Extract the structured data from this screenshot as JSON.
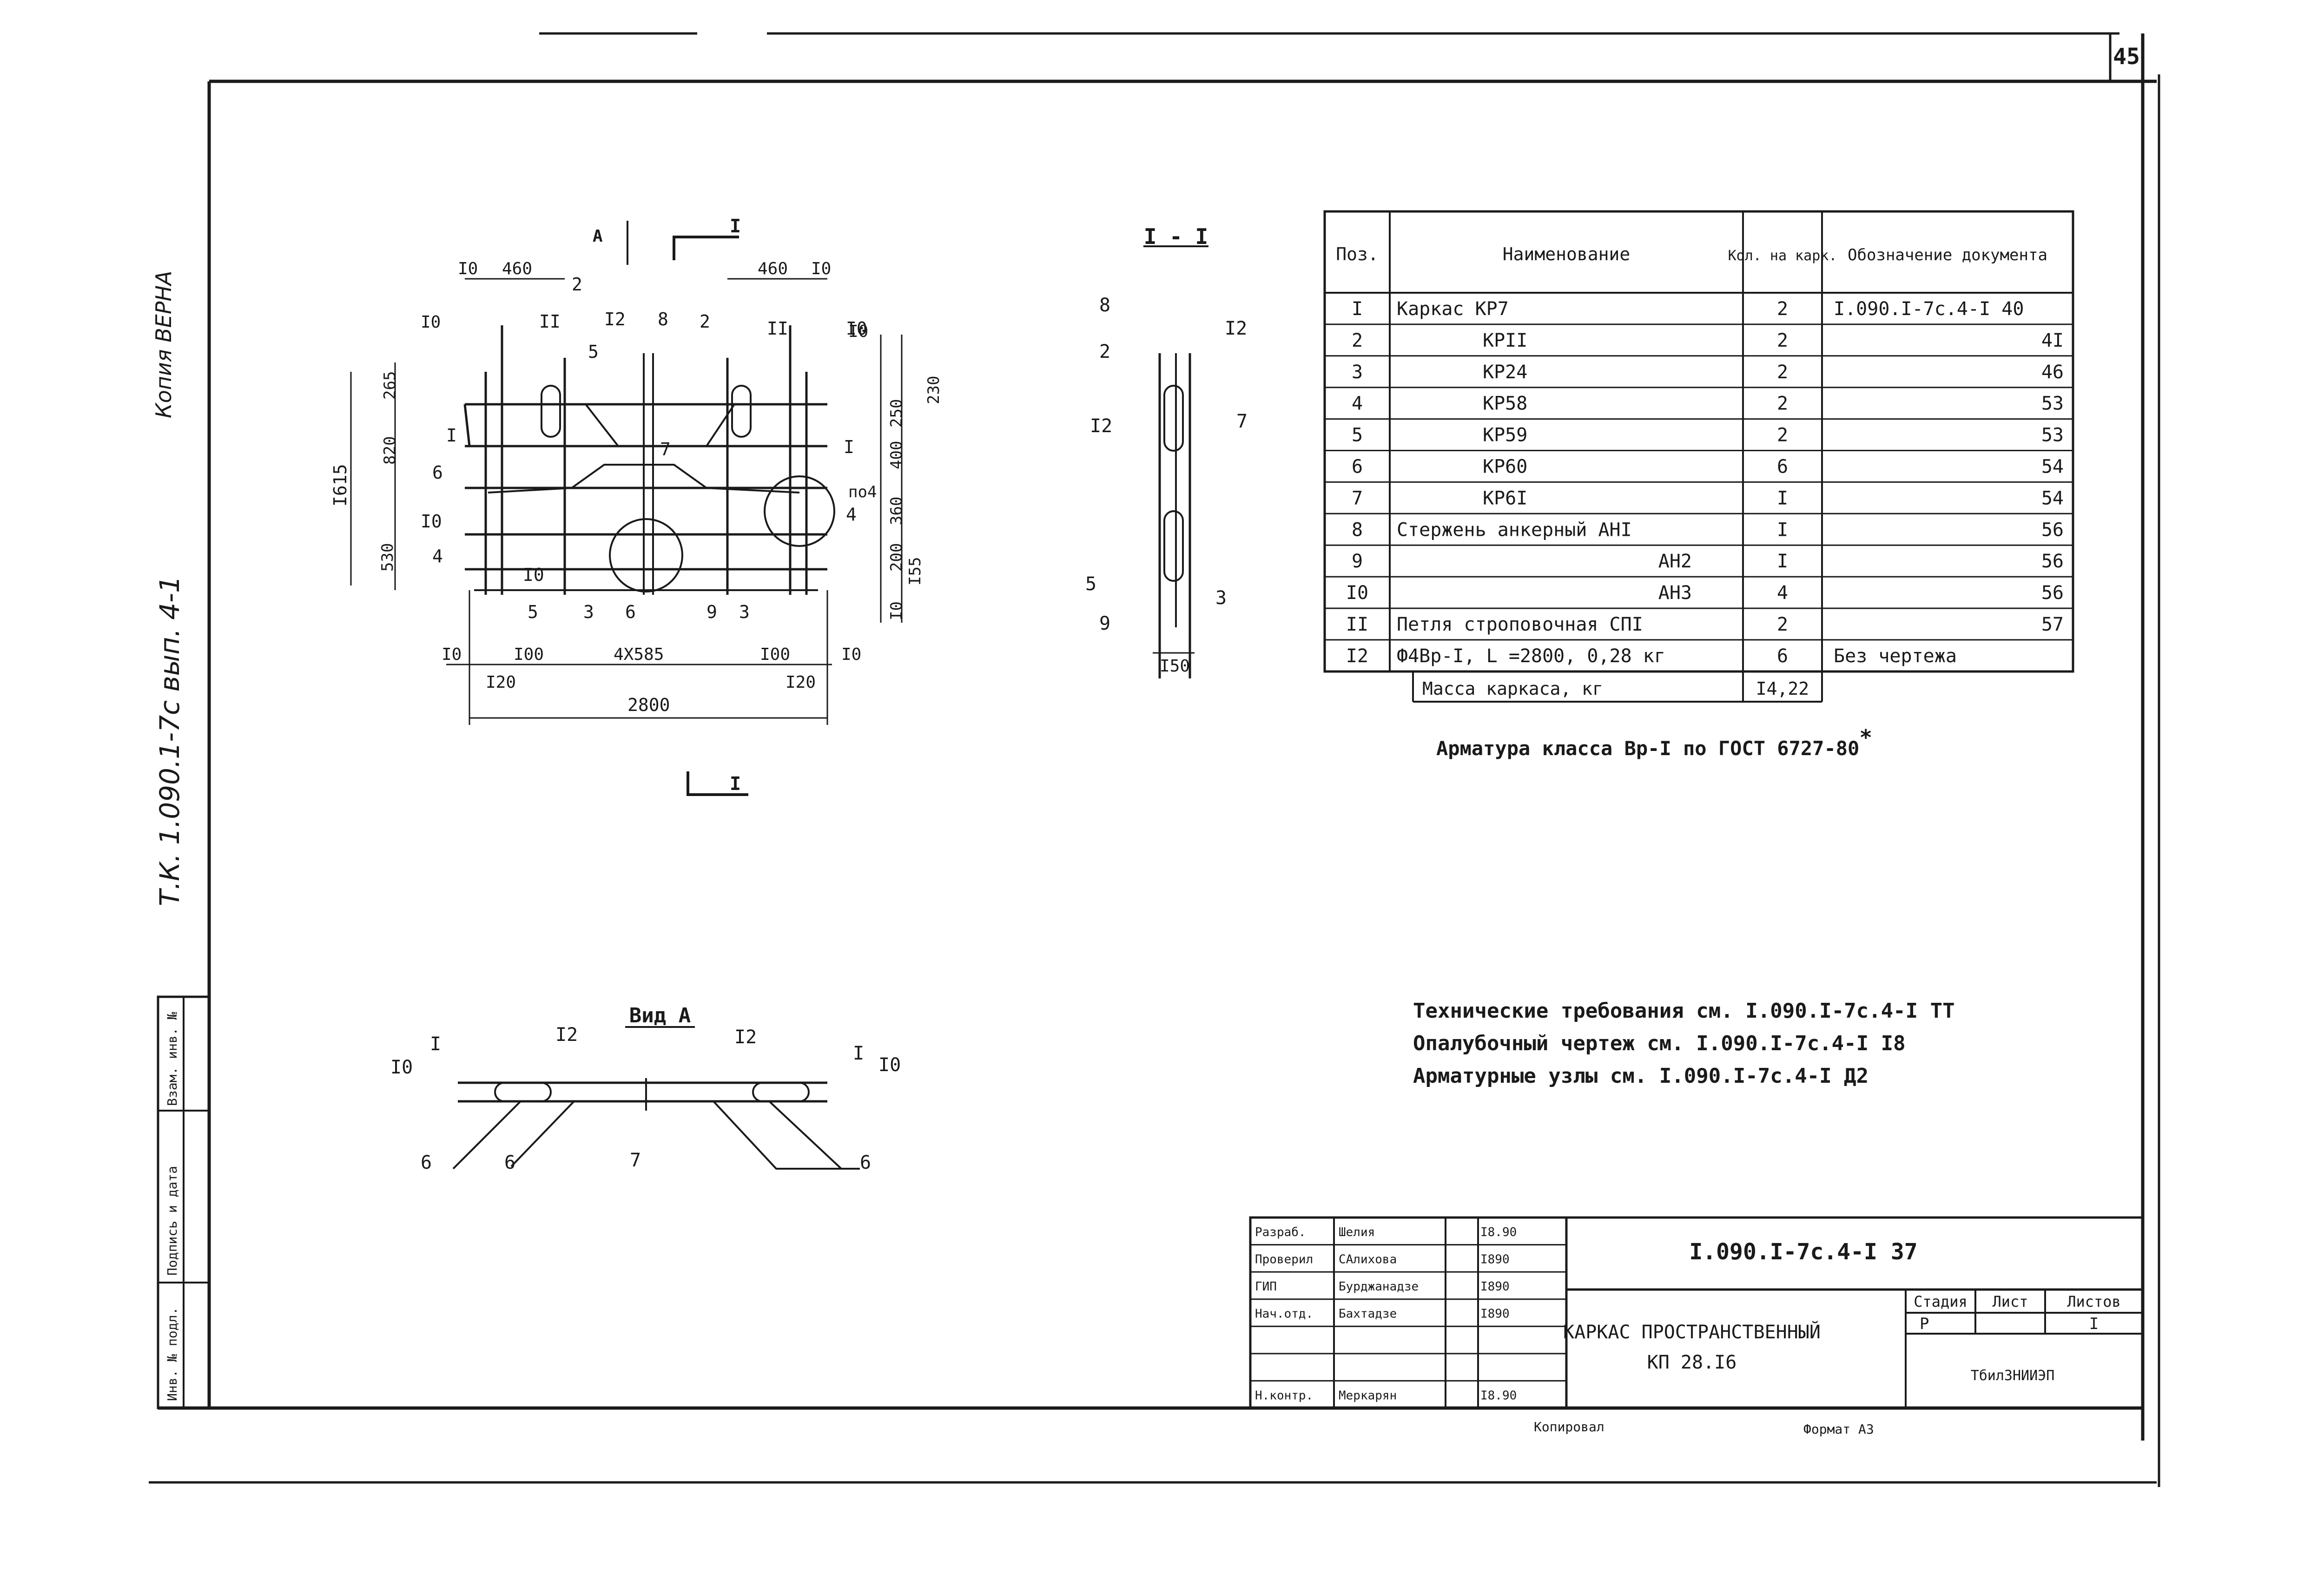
{
  "sheet_number": "45",
  "margin_notes": {
    "copy_note": "Копия ВЕРНА",
    "series_note": "Т.К. 1.090.1-7с вып. 4-1"
  },
  "side_stamp": {
    "inv_orig": "Инв. № подл.",
    "sign_date": "Подпись и дата",
    "inv_replace": "Взам. инв. №"
  },
  "plan_view": {
    "section_arrow_label": "I",
    "view_arrow_label": "А",
    "dims": [
      "I0",
      "460",
      "460",
      "I0",
      "I0",
      "I0",
      "265",
      "820",
      "I615",
      "530",
      "230",
      "250",
      "400",
      "360",
      "200",
      "I55",
      "I0",
      "I0",
      "I00",
      "4X585",
      "I00",
      "I0",
      "I20",
      "I20",
      "2800"
    ],
    "callouts": [
      "2",
      "II",
      "I2",
      "8",
      "2",
      "II",
      "I0",
      "I0",
      "5",
      "I",
      "6",
      "I0",
      "4",
      "7",
      "I",
      "по4",
      "4",
      "5",
      "3",
      "6",
      "9",
      "3"
    ]
  },
  "section": {
    "title": "I - I",
    "callouts": [
      "8",
      "I2",
      "2",
      "I2",
      "7",
      "5",
      "9",
      "3"
    ],
    "dim": "I50"
  },
  "view_a": {
    "title": "Вид А",
    "callouts": [
      "I0",
      "I",
      "I2",
      "I2",
      "I",
      "I0",
      "6",
      "6",
      "7",
      "6"
    ]
  },
  "spec_table": {
    "headers": [
      "Поз.",
      "Наименование",
      "Кол. на карк.",
      "Обозначение документа"
    ],
    "rows": [
      {
        "pos": "I",
        "name": "Каркас КР7",
        "qty": "2",
        "doc": "I.090.I-7с.4-I 40"
      },
      {
        "pos": "2",
        "name": "КРII",
        "qty": "2",
        "doc": "4I"
      },
      {
        "pos": "3",
        "name": "КР24",
        "qty": "2",
        "doc": "46"
      },
      {
        "pos": "4",
        "name": "КР58",
        "qty": "2",
        "doc": "53"
      },
      {
        "pos": "5",
        "name": "КР59",
        "qty": "2",
        "doc": "53"
      },
      {
        "pos": "6",
        "name": "КР60",
        "qty": "6",
        "doc": "54"
      },
      {
        "pos": "7",
        "name": "КР6I",
        "qty": "I",
        "doc": "54"
      },
      {
        "pos": "8",
        "name": "Стержень анкерный  АНI",
        "qty": "I",
        "doc": "56"
      },
      {
        "pos": "9",
        "name": "АН2",
        "qty": "I",
        "doc": "56"
      },
      {
        "pos": "I0",
        "name": "АН3",
        "qty": "4",
        "doc": "56"
      },
      {
        "pos": "II",
        "name": "Петля строповочная СПI",
        "qty": "2",
        "doc": "57"
      },
      {
        "pos": "I2",
        "name": "Ф4Вр-I, L =2800, 0,28 кг",
        "qty": "6",
        "doc": "Без чертежа"
      }
    ],
    "mass_label": "Масса каркаса, кг",
    "mass_value": "I4,22"
  },
  "rebar_note": "Арматура класса Вр-I по ГОСТ 6727-80",
  "rebar_note_star": "*",
  "notes": [
    "Технические требования см. I.090.I-7с.4-I ТТ",
    "Опалубочный чертеж см. I.090.I-7с.4-I I8",
    "Арматурные узлы см. I.090.I-7с.4-I Д2"
  ],
  "title_block": {
    "doc_code": "I.090.I-7с.4-I 37",
    "title_line1": "КАРКАС ПРОСТРАНСТВЕННЫЙ",
    "title_line2": "КП 28.I6",
    "stage_label": "Стадия",
    "sheet_label": "Лист",
    "sheets_label": "Листов",
    "stage": "Р",
    "sheets": "I",
    "org": "ТбилЗНИИЭП",
    "people": [
      {
        "role": "Разраб.",
        "name": "Шелия",
        "date": "I8.90"
      },
      {
        "role": "Проверил",
        "name": "САлихова",
        "date": "I890"
      },
      {
        "role": "ГИП",
        "name": "Бурджанадзе",
        "date": "I890"
      },
      {
        "role": "Нач.отд.",
        "name": "Бахтадзе",
        "date": "I890"
      },
      {
        "role": "",
        "name": "",
        "date": ""
      },
      {
        "role": "",
        "name": "",
        "date": ""
      },
      {
        "role": "Н.контр.",
        "name": "Меркарян",
        "date": "I8.90"
      }
    ]
  },
  "footer": {
    "copied": "Копировал",
    "format": "Формат А3"
  }
}
